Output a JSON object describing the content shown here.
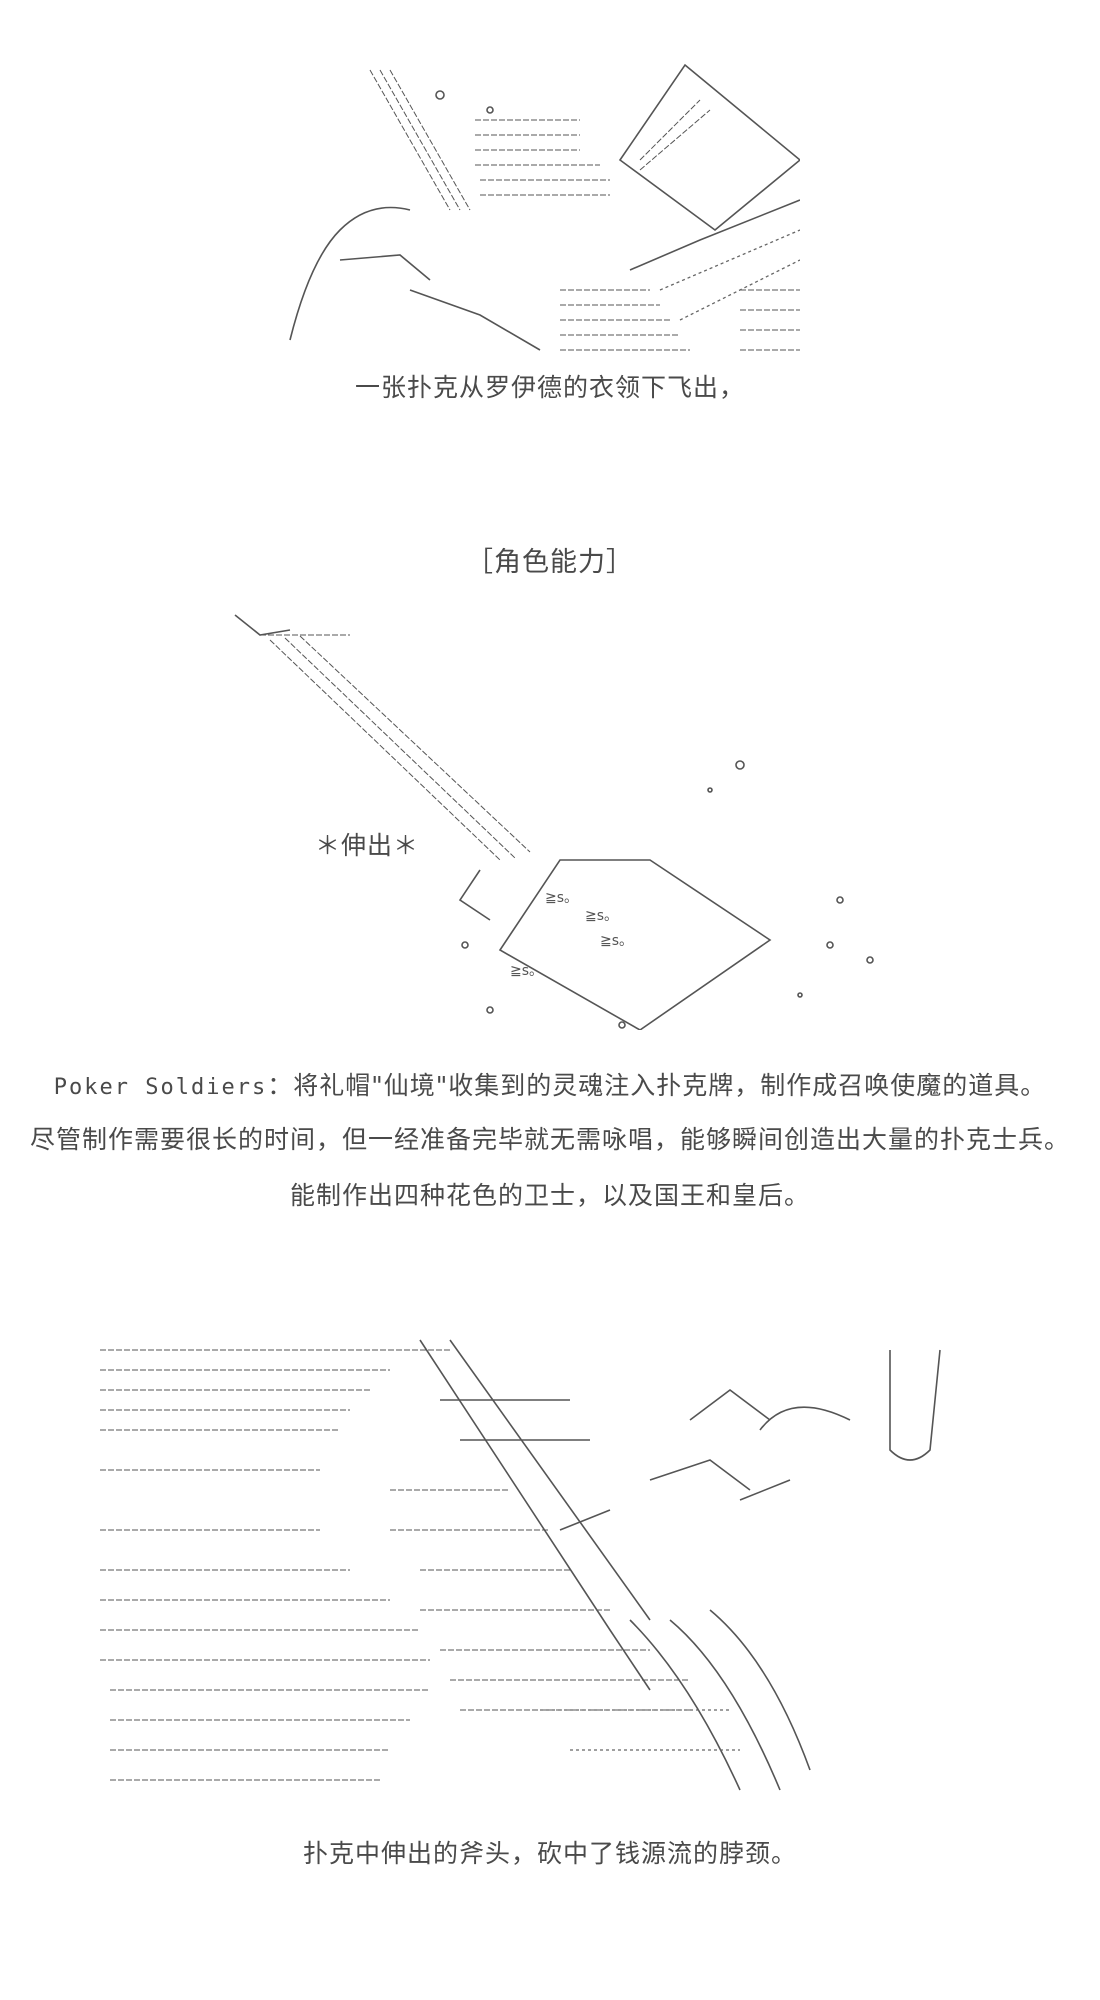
{
  "captions": {
    "line1": "一张扑克从罗伊德的衣领下飞出，",
    "section_title": "［角色能力］",
    "ability_tag": "＊伸出＊",
    "ability_name": "Poker Soldiers",
    "ability_desc_1": "：将礼帽\"仙境\"收集到的灵魂注入扑克牌，制作成召唤使魔的道具。",
    "ability_desc_2": "尽管制作需要很长的时间，但一经准备完毕就无需咏唱，能够瞬间创造出大量的扑克士兵。",
    "ability_desc_3": "能制作出四种花色的卫士，以及国王和皇后。",
    "line_final": "扑克中伸出的斧头，砍中了钱源流的脖颈。"
  }
}
